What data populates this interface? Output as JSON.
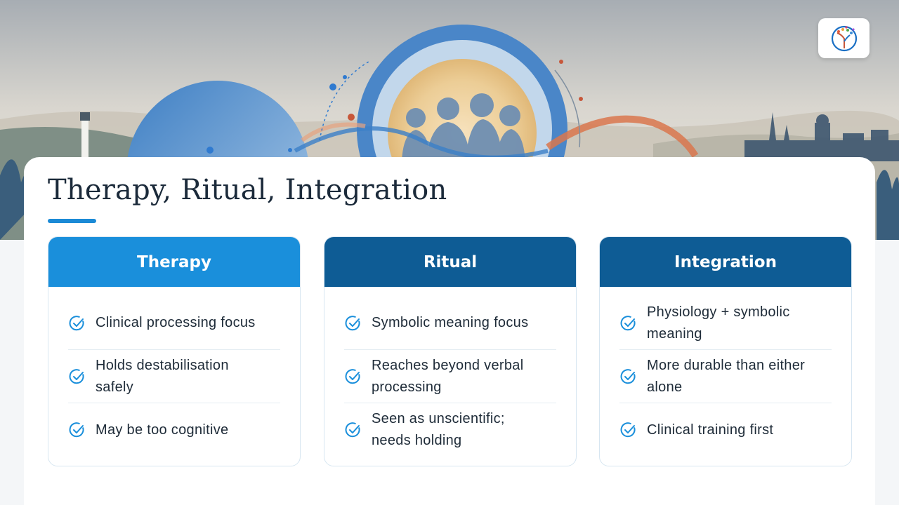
{
  "slide": {
    "title": "Therapy, Ritual, Integration",
    "accent_color": "#1b8ad6",
    "logo": "tree-leaves-logo"
  },
  "columns": [
    {
      "heading": "Therapy",
      "header_color": "#1a8fdb",
      "items": [
        "Clinical processing focus",
        "Holds destabilisation safely",
        "May be too cognitive"
      ]
    },
    {
      "heading": "Ritual",
      "header_color": "#0e5c95",
      "items": [
        "Symbolic meaning focus",
        "Reaches beyond verbal processing",
        "Seen as unscientific; needs holding"
      ]
    },
    {
      "heading": "Integration",
      "header_color": "#0e5c95",
      "items": [
        "Physiology + symbolic meaning",
        "More durable than either alone",
        "Clinical training first"
      ]
    }
  ],
  "icons": {
    "bullet": "check-circle-icon"
  }
}
